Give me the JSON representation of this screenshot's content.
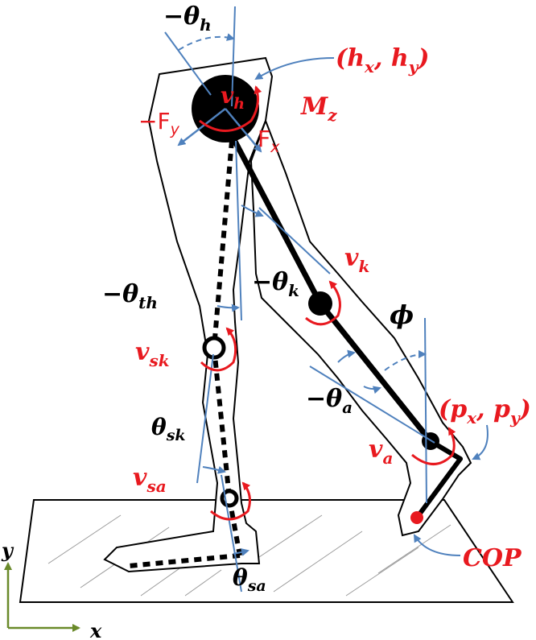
{
  "labels": {
    "theta_h": {
      "main": "−θ",
      "sub": "h"
    },
    "h_coord": {
      "main": "(h",
      "sub1": "x",
      "mid": ", h",
      "sub2": "y",
      "end": ")"
    },
    "v_h": {
      "main": "v",
      "sub": "h"
    },
    "M_z": {
      "main": "M",
      "sub": "z"
    },
    "F_y": {
      "main": "−F",
      "sub": "y"
    },
    "F_x": {
      "main": "F",
      "sub": "x"
    },
    "v_k": {
      "main": "v",
      "sub": "k"
    },
    "theta_k": {
      "main": "−θ",
      "sub": "k"
    },
    "theta_th": {
      "main": "−θ",
      "sub": "th"
    },
    "phi": {
      "main": "ϕ"
    },
    "v_sk": {
      "main": "v",
      "sub": "sk"
    },
    "theta_a": {
      "main": "−θ",
      "sub": "a"
    },
    "p_coord": {
      "main": "(p",
      "sub1": "x",
      "mid": ", p",
      "sub2": "y",
      "end": ")"
    },
    "theta_sk": {
      "main": "θ",
      "sub": "sk"
    },
    "v_a": {
      "main": "v",
      "sub": "a"
    },
    "v_sa": {
      "main": "v",
      "sub": "sa"
    },
    "cop": {
      "main": "COP"
    },
    "theta_sa": {
      "main": "θ",
      "sub": "sa"
    },
    "axis_y": {
      "main": "y"
    },
    "axis_x": {
      "main": "x"
    }
  },
  "colors": {
    "red": "#e8191f",
    "blue": "#4f81bd",
    "black": "#000000",
    "axis_green": "#6a8a2a"
  }
}
